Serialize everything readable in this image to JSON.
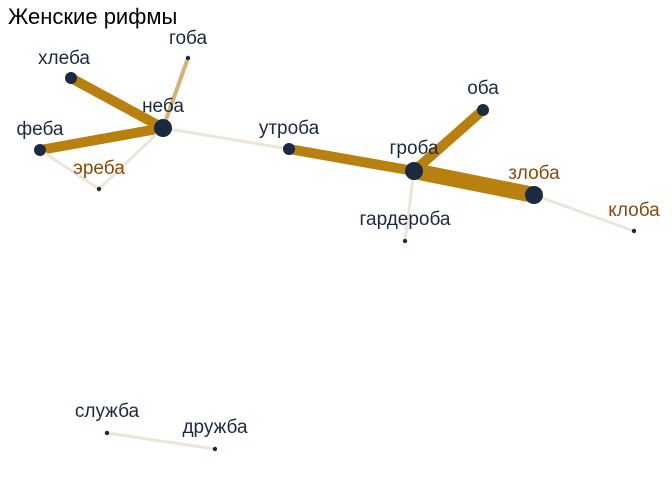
{
  "title": "Женские рифмы",
  "colors": {
    "node": "#1b2a3f",
    "label_default": "#1b2a3f",
    "label_accent": "#8b4a0c",
    "edge_strong": "#b8800f",
    "edge_medium": "#d4b27a",
    "edge_faint": "#ece6d8"
  },
  "nodes": [
    {
      "id": "хлеба",
      "label": "хлеба",
      "size": "medium",
      "label_color": "default"
    },
    {
      "id": "гоба",
      "label": "гоба",
      "size": "small",
      "label_color": "default"
    },
    {
      "id": "неба",
      "label": "неба",
      "size": "large",
      "label_color": "default"
    },
    {
      "id": "феба",
      "label": "феба",
      "size": "medium",
      "label_color": "default"
    },
    {
      "id": "эреба",
      "label": "эреба",
      "size": "small",
      "label_color": "accent"
    },
    {
      "id": "утроба",
      "label": "утроба",
      "size": "medium",
      "label_color": "default"
    },
    {
      "id": "оба",
      "label": "оба",
      "size": "medium",
      "label_color": "default"
    },
    {
      "id": "гроба",
      "label": "гроба",
      "size": "large",
      "label_color": "default"
    },
    {
      "id": "злоба",
      "label": "злоба",
      "size": "large",
      "label_color": "accent"
    },
    {
      "id": "клоба",
      "label": "клоба",
      "size": "small",
      "label_color": "accent"
    },
    {
      "id": "гардероба",
      "label": "гардероба",
      "size": "small",
      "label_color": "default"
    },
    {
      "id": "служба",
      "label": "служба",
      "size": "small",
      "label_color": "default"
    },
    {
      "id": "дружба",
      "label": "дружба",
      "size": "small",
      "label_color": "default"
    }
  ],
  "edges": [
    {
      "source": "хлеба",
      "target": "неба",
      "weight": "strong"
    },
    {
      "source": "феба",
      "target": "неба",
      "weight": "strong"
    },
    {
      "source": "гоба",
      "target": "неба",
      "weight": "medium"
    },
    {
      "source": "эреба",
      "target": "неба",
      "weight": "faint"
    },
    {
      "source": "феба",
      "target": "эреба",
      "weight": "faint"
    },
    {
      "source": "неба",
      "target": "утроба",
      "weight": "faint"
    },
    {
      "source": "утроба",
      "target": "гроба",
      "weight": "strong"
    },
    {
      "source": "оба",
      "target": "гроба",
      "weight": "strong"
    },
    {
      "source": "гроба",
      "target": "злоба",
      "weight": "heavy"
    },
    {
      "source": "гроба",
      "target": "гардероба",
      "weight": "faint"
    },
    {
      "source": "злоба",
      "target": "клоба",
      "weight": "faint"
    },
    {
      "source": "служба",
      "target": "дружба",
      "weight": "faint"
    }
  ]
}
